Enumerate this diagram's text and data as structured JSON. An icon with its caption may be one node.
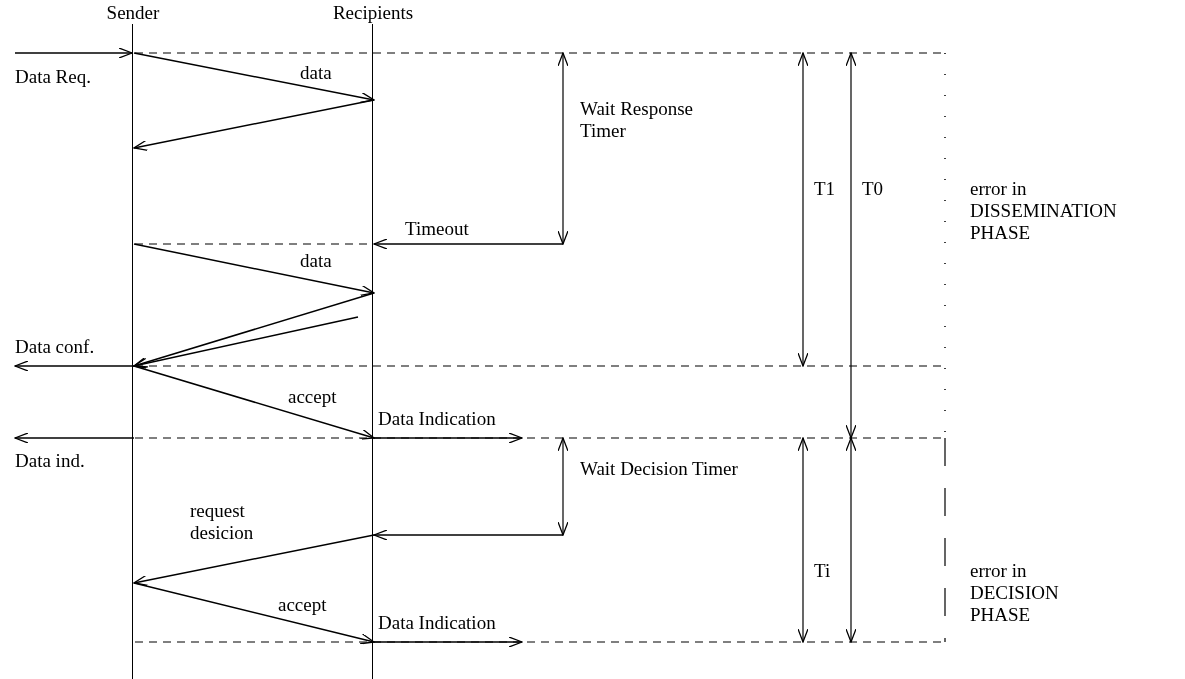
{
  "diagram": {
    "nodes": [
      {
        "text": [
          "Sender"
        ]
      },
      {
        "text": [
          "Recipients"
        ]
      }
    ],
    "edges": [
      {
        "from": null,
        "to": 0,
        "arrow": "to",
        "label": "Data Req."
      },
      {
        "from": 0,
        "to": 1,
        "arrow": "to",
        "label": "data"
      },
      {
        "from": 1,
        "to": 0,
        "arrow": "to"
      },
      {
        "from": null,
        "to": 1,
        "arrow": "to",
        "label": "Timeout"
      },
      {
        "from": 0,
        "to": 1,
        "arrow": "to",
        "label": "data"
      },
      {
        "from": 1,
        "to": 0,
        "arrow": "to"
      },
      {
        "from": 1,
        "to": 0,
        "arrow": "to"
      },
      {
        "from": 0,
        "to": null,
        "arrow": "to",
        "label": "Data conf."
      },
      {
        "from": 0,
        "to": 1,
        "arrow": "to",
        "label": "accept"
      },
      {
        "from": 0,
        "to": null,
        "arrow": "to",
        "label": "Data ind."
      },
      {
        "from": 1,
        "to": null,
        "arrow": "to",
        "label": "Data Indication"
      },
      {
        "from": null,
        "to": 1,
        "arrow": "to"
      },
      {
        "from": 1,
        "to": 0,
        "arrow": "to",
        "label": "request desicion"
      },
      {
        "from": 0,
        "to": 1,
        "arrow": "to",
        "label": "accept"
      },
      {
        "from": 1,
        "to": null,
        "arrow": "to",
        "label": "Data Indication"
      }
    ],
    "labels": [
      "Wait Response Timer",
      "T1",
      "T0",
      "error in DISSEMINATION PHASE",
      "Wait Decision Timer",
      "Ti",
      "error in DECISION PHASE"
    ]
  }
}
